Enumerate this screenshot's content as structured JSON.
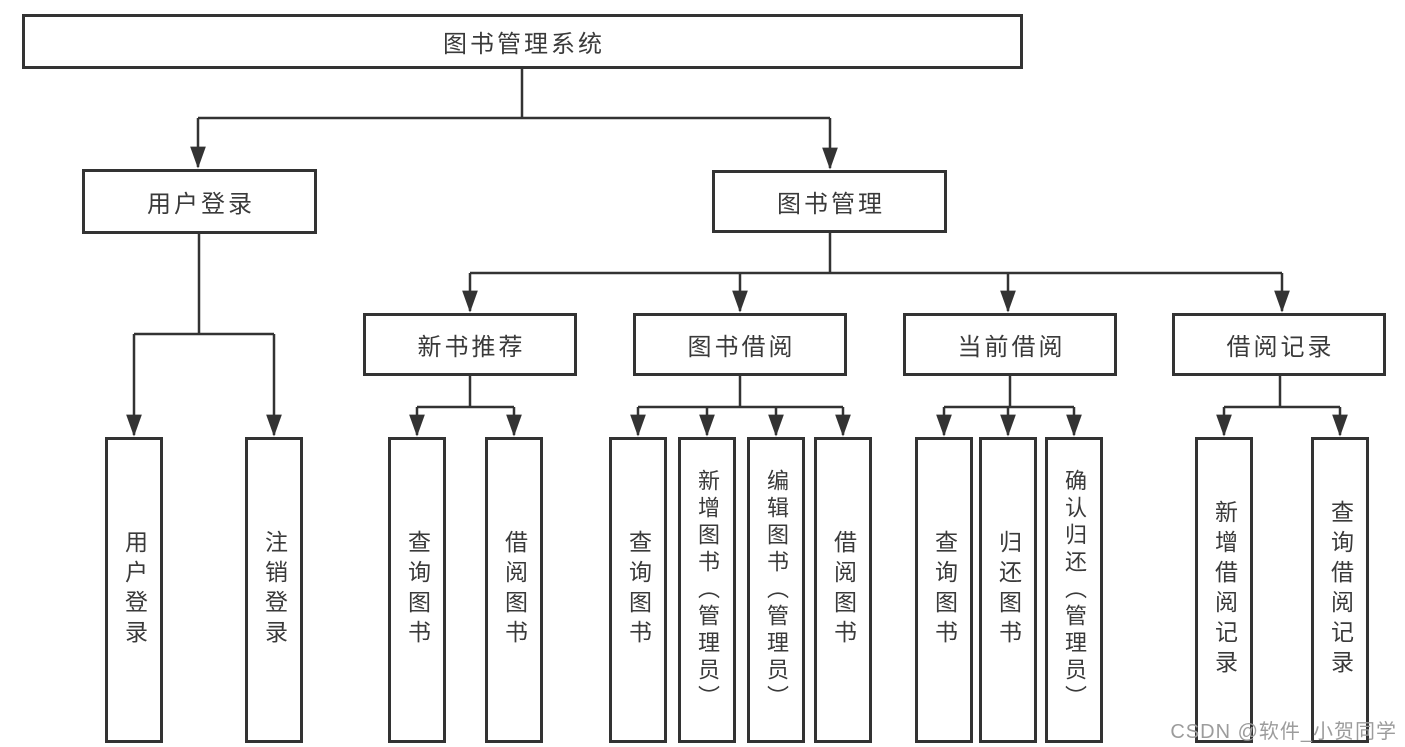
{
  "diagram_type": "hierarchy-tree",
  "colors": {
    "stroke": "#333333",
    "box_border": "#333333",
    "text": "#3a3a3a",
    "watermark": "#9c9c9c",
    "background": "#ffffff"
  },
  "nodes": {
    "root": {
      "label": "图书管理系统"
    },
    "login": {
      "label": "用户登录"
    },
    "mgmt": {
      "label": "图书管理"
    },
    "newbooks": {
      "label": "新书推荐"
    },
    "borrow": {
      "label": "图书借阅"
    },
    "current": {
      "label": "当前借阅"
    },
    "records": {
      "label": "借阅记录"
    }
  },
  "leaves": [
    {
      "parent": "login",
      "label": "用户登录"
    },
    {
      "parent": "login",
      "label": "注销登录"
    },
    {
      "parent": "newbooks",
      "label": "查询图书"
    },
    {
      "parent": "newbooks",
      "label": "借阅图书"
    },
    {
      "parent": "borrow",
      "label": "查询图书"
    },
    {
      "parent": "borrow",
      "label": "新增图书（管理员）"
    },
    {
      "parent": "borrow",
      "label": "编辑图书（管理员）"
    },
    {
      "parent": "borrow",
      "label": "借阅图书"
    },
    {
      "parent": "current",
      "label": "查询图书"
    },
    {
      "parent": "current",
      "label": "归还图书"
    },
    {
      "parent": "current",
      "label": "确认归还（管理员）"
    },
    {
      "parent": "records",
      "label": "新增借阅记录"
    },
    {
      "parent": "records",
      "label": "查询借阅记录"
    }
  ],
  "watermark": "CSDN @软件_小贺同学"
}
